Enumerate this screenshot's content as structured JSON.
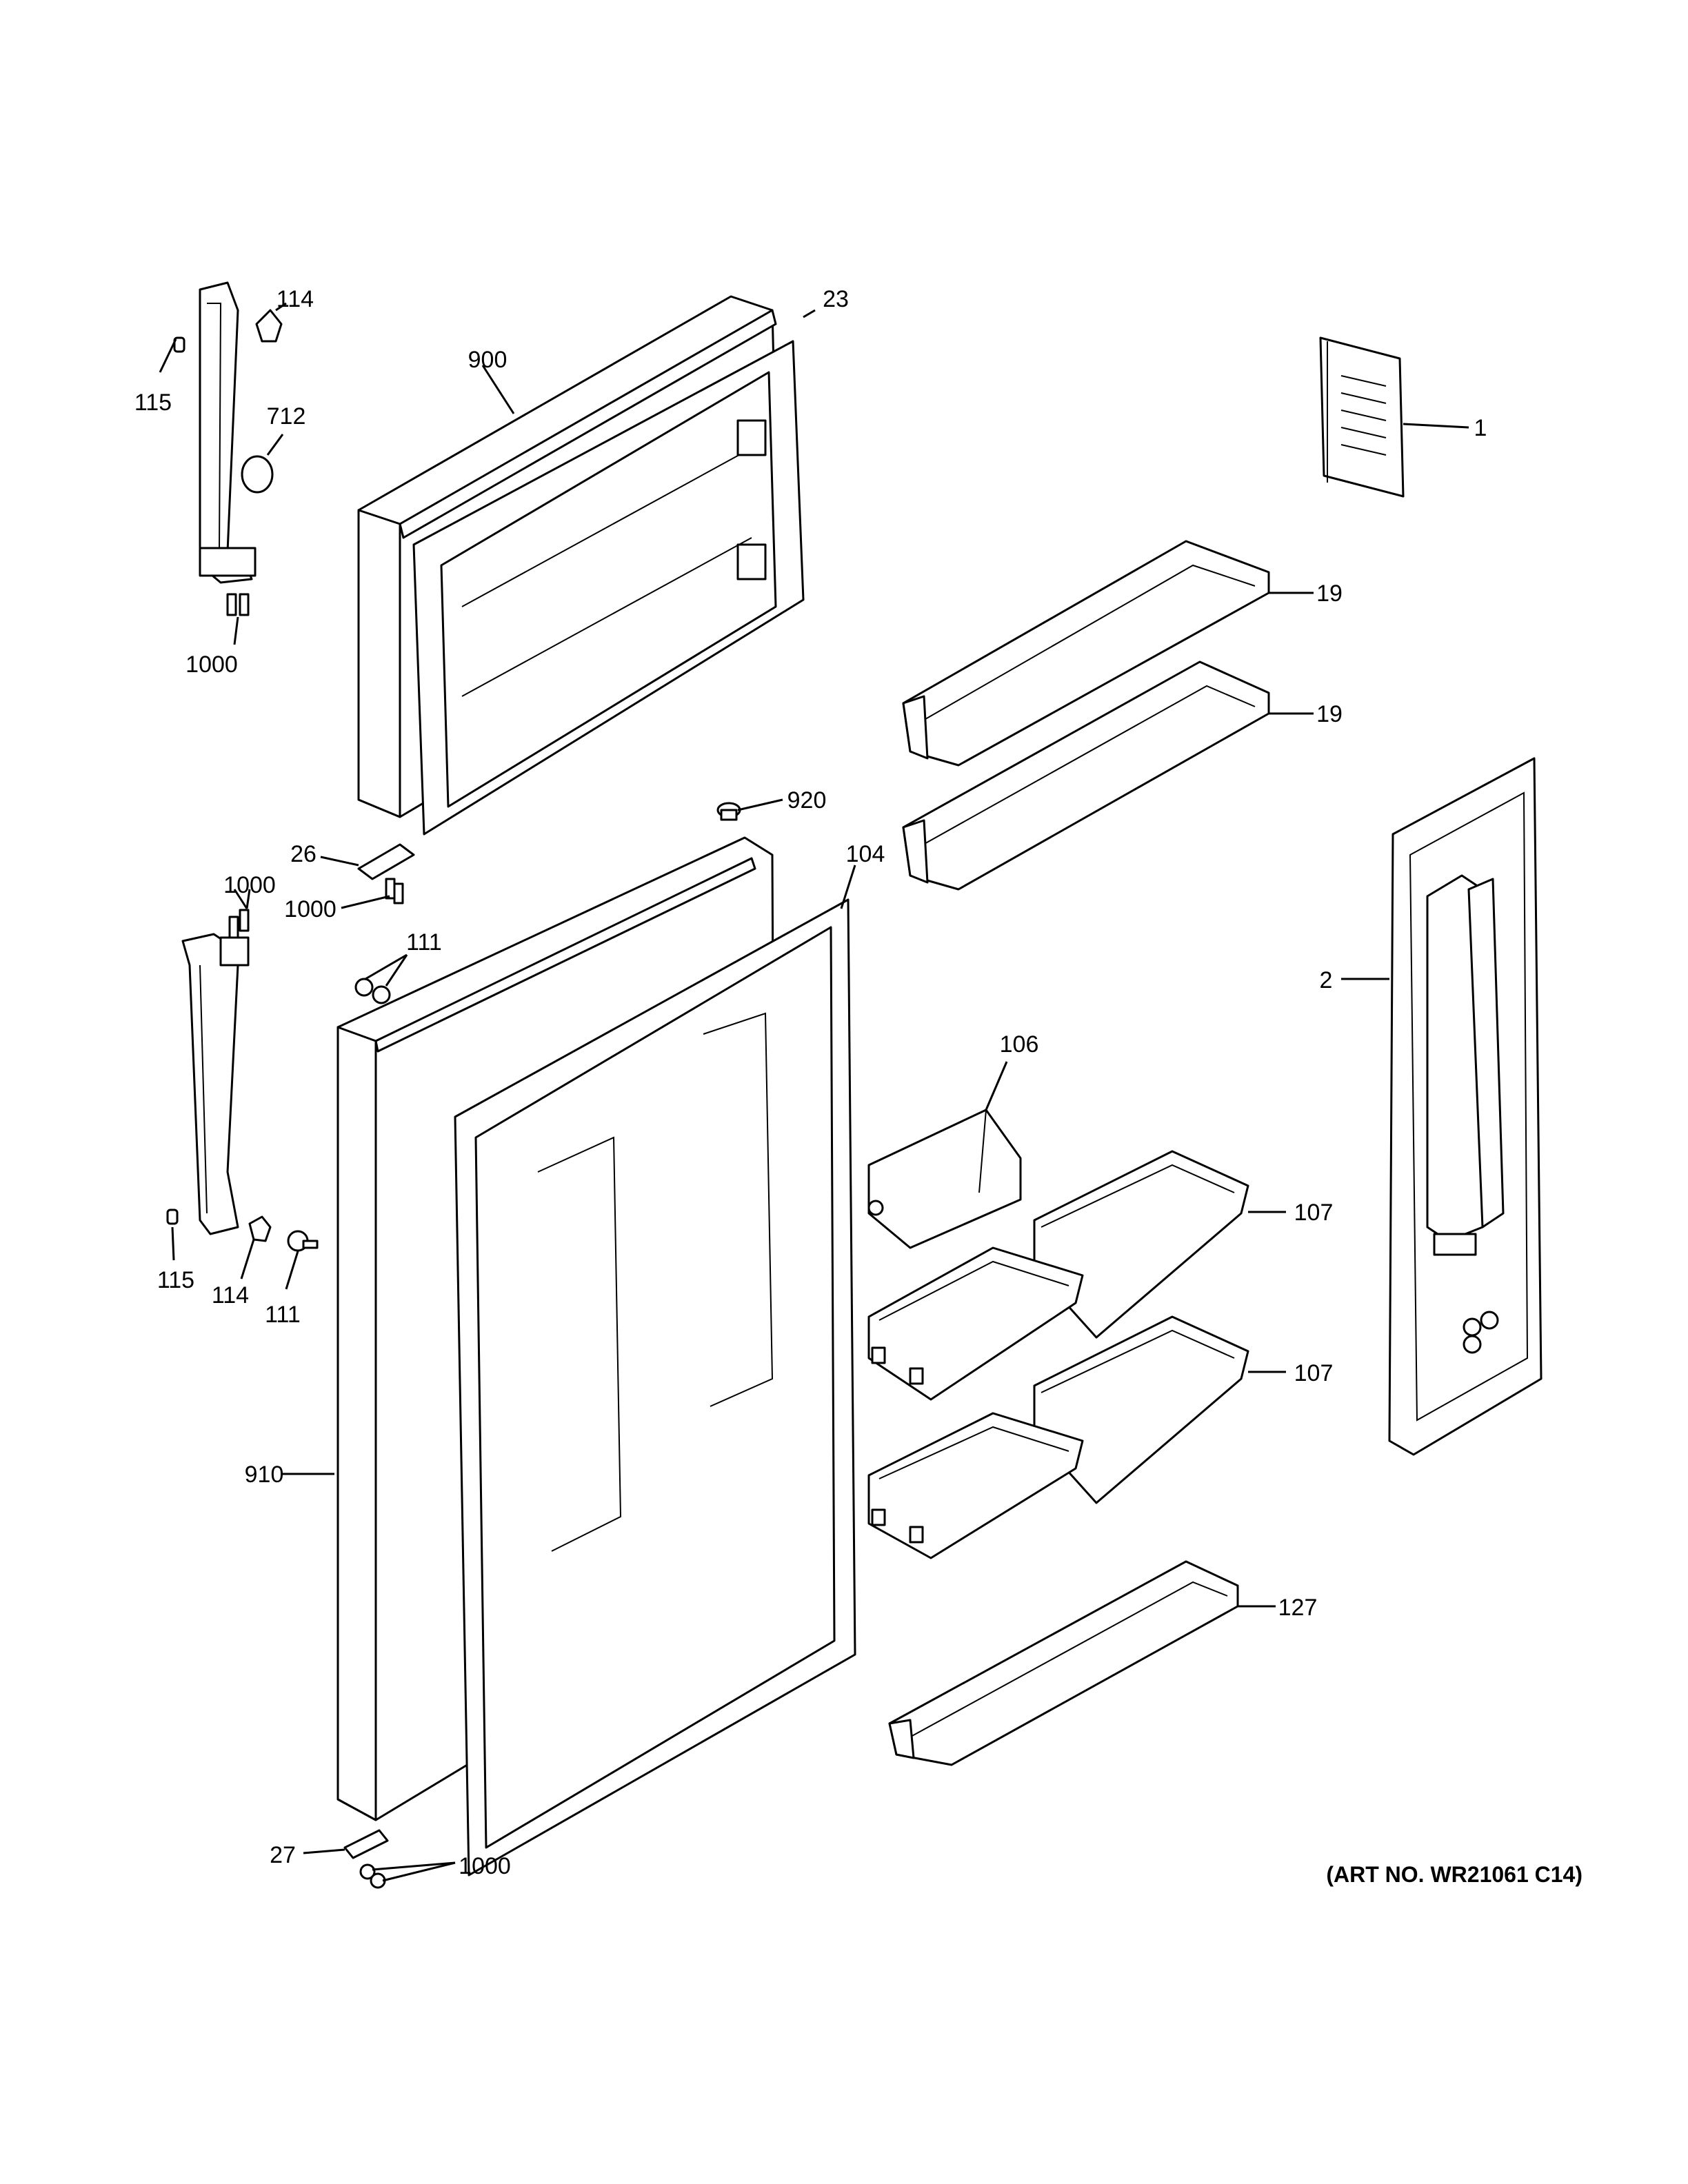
{
  "callouts": [
    {
      "id": "c-114-top",
      "number": "114"
    },
    {
      "id": "c-115-top",
      "number": "115"
    },
    {
      "id": "c-712",
      "number": "712"
    },
    {
      "id": "c-1000-upper-handle",
      "number": "1000"
    },
    {
      "id": "c-900",
      "number": "900"
    },
    {
      "id": "c-23",
      "number": "23"
    },
    {
      "id": "c-1",
      "number": "1"
    },
    {
      "id": "c-19-a",
      "number": "19"
    },
    {
      "id": "c-19-b",
      "number": "19"
    },
    {
      "id": "c-920",
      "number": "920"
    },
    {
      "id": "c-26",
      "number": "26"
    },
    {
      "id": "c-1000-hinge-top",
      "number": "1000"
    },
    {
      "id": "c-1000-hinge-left",
      "number": "1000"
    },
    {
      "id": "c-104",
      "number": "104"
    },
    {
      "id": "c-111-top",
      "number": "111"
    },
    {
      "id": "c-2",
      "number": "2"
    },
    {
      "id": "c-106",
      "number": "106"
    },
    {
      "id": "c-107-a",
      "number": "107"
    },
    {
      "id": "c-107-b",
      "number": "107"
    },
    {
      "id": "c-115-bottom",
      "number": "115"
    },
    {
      "id": "c-114-bottom",
      "number": "114"
    },
    {
      "id": "c-111-bottom",
      "number": "111"
    },
    {
      "id": "c-910",
      "number": "910"
    },
    {
      "id": "c-127",
      "number": "127"
    },
    {
      "id": "c-27",
      "number": "27"
    },
    {
      "id": "c-1000-bottom",
      "number": "1000"
    }
  ],
  "art_number": "(ART NO. WR21061 C14)"
}
